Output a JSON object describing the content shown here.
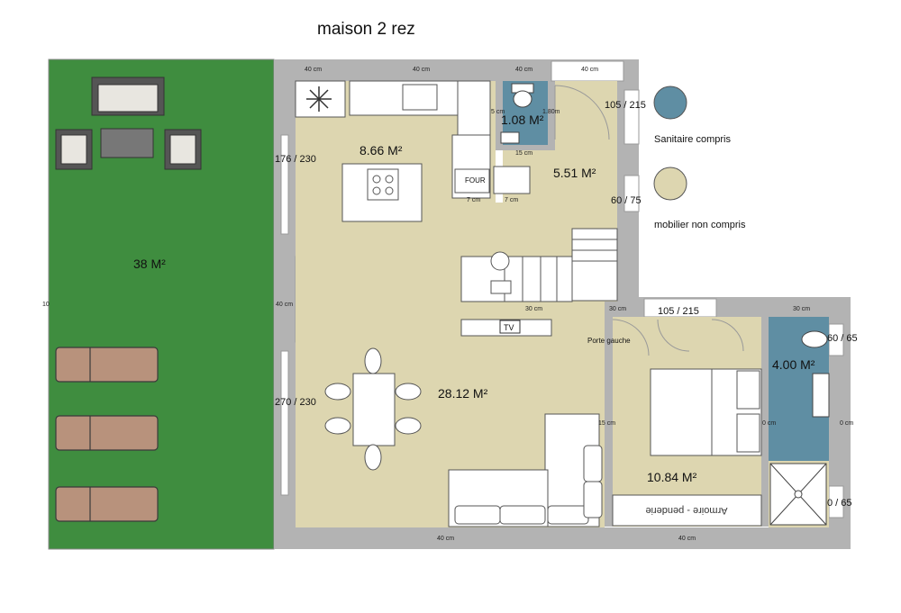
{
  "title": "maison 2  rez",
  "legend": {
    "sanitary_label": "Sanitaire compris",
    "furniture_label": "mobilier non compris",
    "sanitary_color": "#5f8ea3",
    "furniture_color": "#ddd6b0"
  },
  "colors": {
    "garden": "#3f8d3f",
    "floor": "#ddd6b0",
    "wet_room": "#5f8ea3",
    "wall": "#b3b3b3",
    "furniture": "#ffffff",
    "lounger": "#b8927c"
  },
  "areas": {
    "garden": "38 M²",
    "kitchen": "8.66 M²",
    "wc": "1.08 M²",
    "entrance": "5.51 M²",
    "living": "28.12 M²",
    "bathroom": "4.00 M²",
    "bedroom": "10.84 M²"
  },
  "openings": {
    "kitchen_window": "176 / 230",
    "living_window": "270 / 230",
    "entry_door": "105 / 215",
    "side_window": "60 / 75",
    "bedroom_door": "105 / 215",
    "bath_window_top": "60 / 65",
    "bath_window_bottom": "0 / 65"
  },
  "wall_dims": {
    "top_1": "40 cm",
    "top_2": "40 cm",
    "top_3": "40 cm",
    "top_4": "40 cm",
    "left_mid": "40 cm",
    "partition_1": "30 cm",
    "partition_2": "30 cm",
    "partition_3": "30 cm",
    "bottom_1": "40 cm",
    "bottom_2": "40 cm",
    "wc_bottom": "15 cm",
    "wc_right": "1.80m",
    "wc_left": "5 cm",
    "bed_wall": "15 cm",
    "bath_left": "0 cm",
    "bath_right": "0 cm",
    "small_1": "7 cm",
    "small_2": "7 cm",
    "left_edge": "10"
  },
  "labels": {
    "oven": "FOUR",
    "tv": "TV",
    "door_note": "Porte gauche",
    "wardrobe": "Armoire - penderie"
  }
}
